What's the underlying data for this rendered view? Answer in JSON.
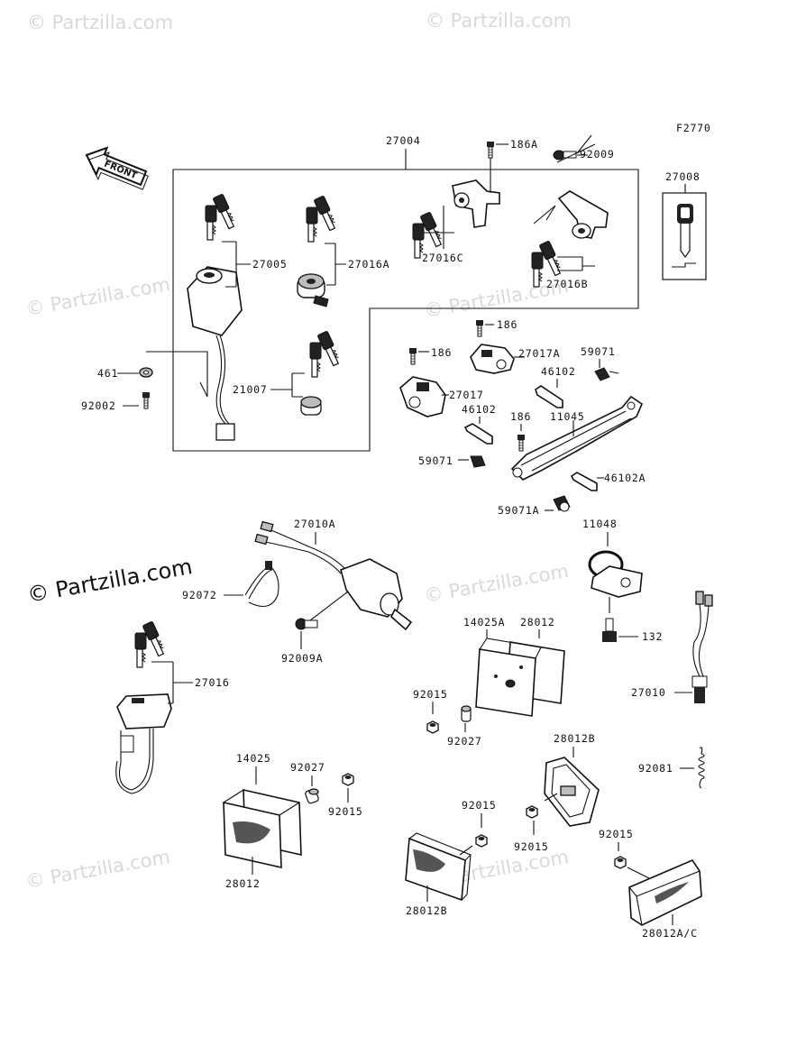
{
  "diagram": {
    "figure_code": "F2770",
    "front_label": "FRONT",
    "copyright": "© Partzilla.com",
    "watermark": "© Partzilla.com",
    "labels": {
      "p27004": "27004",
      "p186A": "186A",
      "p92009": "92009",
      "p27008": "27008",
      "p27005": "27005",
      "p27016A": "27016A",
      "p27016C": "27016C",
      "p27016B": "27016B",
      "p186_1": "186",
      "p186_2": "186",
      "p186_3": "186",
      "p27017A": "27017A",
      "p59071_1": "59071",
      "p46102_1": "46102",
      "p27017": "27017",
      "p46102_2": "46102",
      "p11045": "11045",
      "p59071_2": "59071",
      "p46102A": "46102A",
      "p59071A": "59071A",
      "p461": "461",
      "p92002": "92002",
      "p21007": "21007",
      "p27010A": "27010A",
      "p92072": "92072",
      "p92009A": "92009A",
      "p11048": "11048",
      "p132": "132",
      "p27010": "27010",
      "p27016": "27016",
      "p14025A": "14025A",
      "p28012_1": "28012",
      "p92015_1": "92015",
      "p92027_1": "92027",
      "p28012B_1": "28012B",
      "p92081": "92081",
      "p14025": "14025",
      "p92027_2": "92027",
      "p92015_2": "92015",
      "p28012_2": "28012",
      "p92015_3": "92015",
      "p92015_4": "92015",
      "p92015_5": "92015",
      "p28012B_2": "28012B",
      "p28012AC": "28012A/C"
    }
  }
}
